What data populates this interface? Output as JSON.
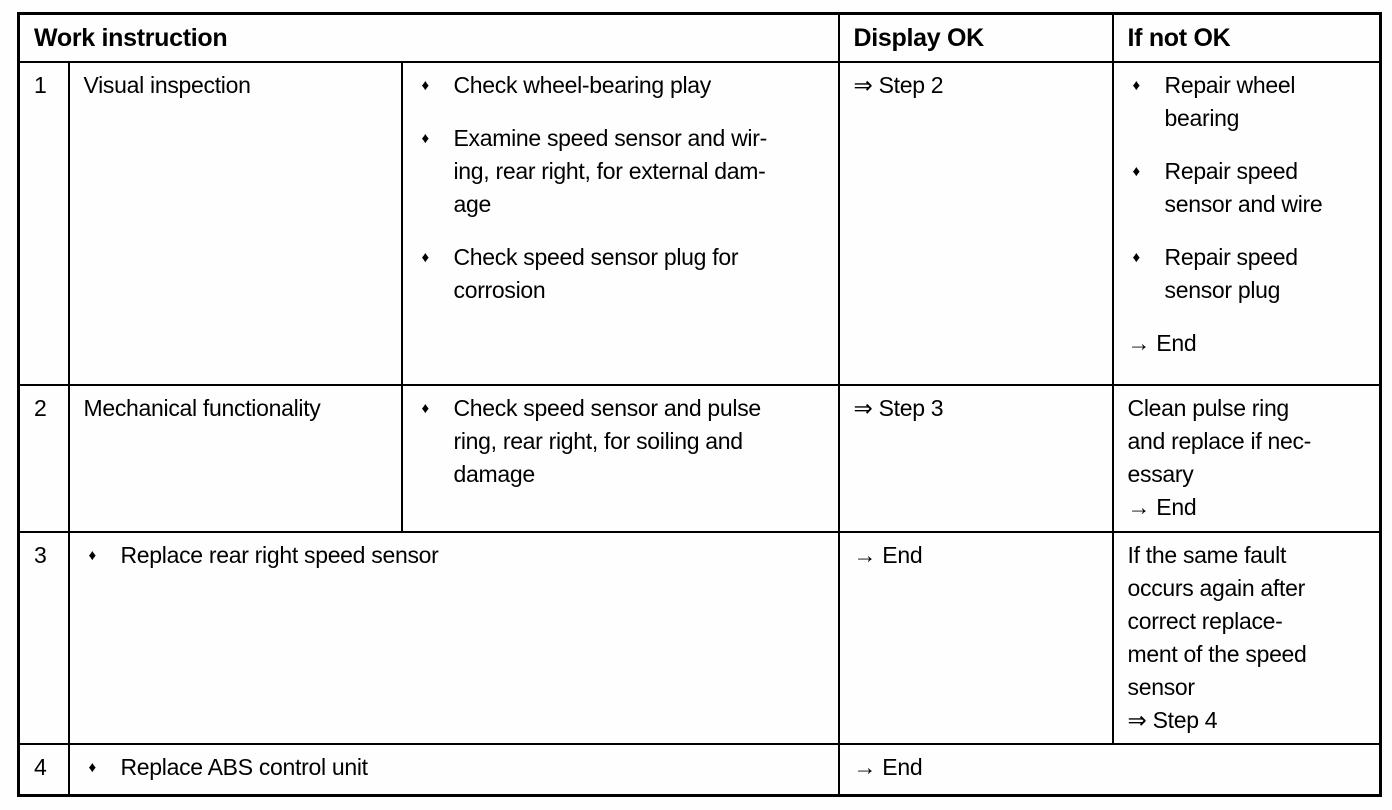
{
  "glyphs": {
    "bullet": "♦"
  },
  "table": {
    "header": {
      "work_instruction": "Work instruction",
      "display_ok": "Display OK",
      "if_not_ok": "If not OK"
    },
    "rows": [
      {
        "num": "1",
        "task": "Visual inspection",
        "details": [
          "Check wheel-bearing play",
          "Examine speed sensor and wir-\ning, rear right, for external dam-\nage",
          "Check speed sensor plug for\ncorrosion"
        ],
        "display_ok": "⇒ Step 2",
        "if_not_ok_bullets": [
          "Repair wheel\nbearing",
          "Repair speed\nsensor and wire",
          "Repair speed\nsensor plug"
        ],
        "if_not_ok_footer": "→ End"
      },
      {
        "num": "2",
        "task": "Mechanical functionality",
        "details": [
          "Check speed sensor and pulse\nring, rear right, for soiling and\ndamage"
        ],
        "display_ok": "⇒ Step 3",
        "if_not_ok_text": "Clean pulse ring\nand replace if nec-\nessary\n→ End"
      },
      {
        "num": "3",
        "action": "Replace rear right speed sensor",
        "display_ok": "→ End",
        "if_not_ok_text": "If the same fault\noccurs again after\ncorrect replace-\nment of the speed\nsensor\n⇒ Step 4"
      },
      {
        "num": "4",
        "action": "Replace ABS control unit",
        "display_ok": "→ End"
      }
    ]
  }
}
